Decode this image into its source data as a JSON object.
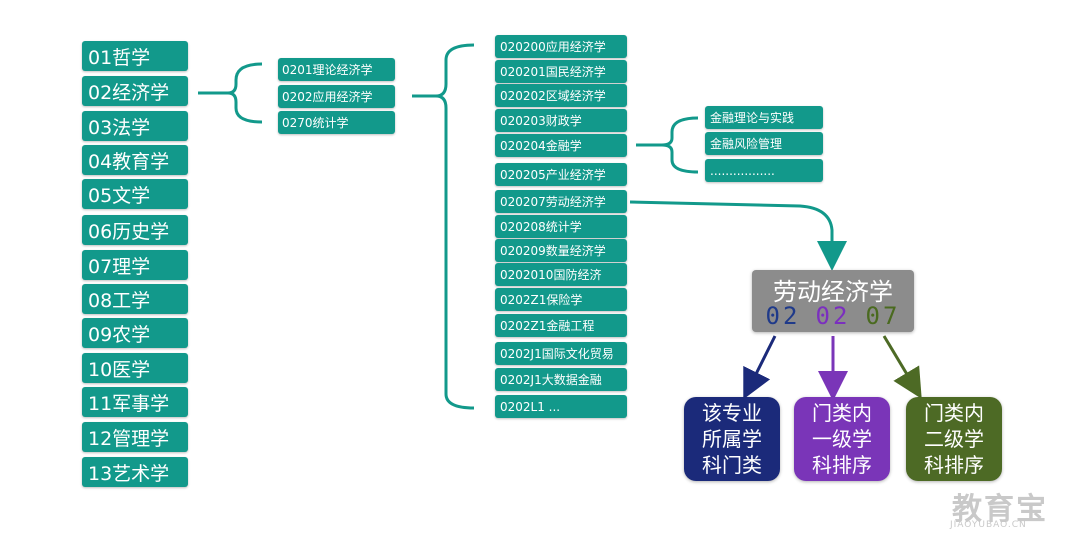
{
  "level1": [
    "01哲学",
    "02经济学",
    "03法学",
    "04教育学",
    "05文学",
    "06历史学",
    "07理学",
    "08工学",
    "09农学",
    "10医学",
    "11军事学",
    "12管理学",
    "13艺术学"
  ],
  "level2": [
    "0201理论经济学",
    "0202应用经济学",
    "0270统计学"
  ],
  "level3": [
    "020200应用经济学",
    "020201国民经济学",
    "020202区域经济学",
    "020203财政学",
    "020204金融学",
    "020205产业经济学",
    "020207劳动经济学",
    "020208统计学",
    "020209数量经济学",
    "0202010国防经济",
    "0202Z1保险学",
    "0202Z1金融工程",
    "0202J1国际文化贸易",
    "0202J1大数据金融",
    "0202L1 ..."
  ],
  "level4": [
    "金融理论与实践",
    "金融风险管理",
    "................."
  ],
  "example": {
    "title": "劳动经济学",
    "codes": [
      "02",
      "02",
      "07"
    ],
    "code_colors": [
      "#1f3a8a",
      "#7b2fbf",
      "#4a6a1f"
    ],
    "explanations": [
      "该专业\n所属学\n科门类",
      "门类内\n一级学\n科排序",
      "门类内\n二级学\n科排序"
    ],
    "explanation_colors": [
      "#1b2a7a",
      "#7a35b8",
      "#4d6a25"
    ]
  },
  "colors": {
    "box": "#12998b",
    "connector": "#12998b",
    "title_box": "#8c8c8c"
  },
  "watermark": {
    "main": "教育宝",
    "sub": "JIAOYUBAO.CN"
  }
}
